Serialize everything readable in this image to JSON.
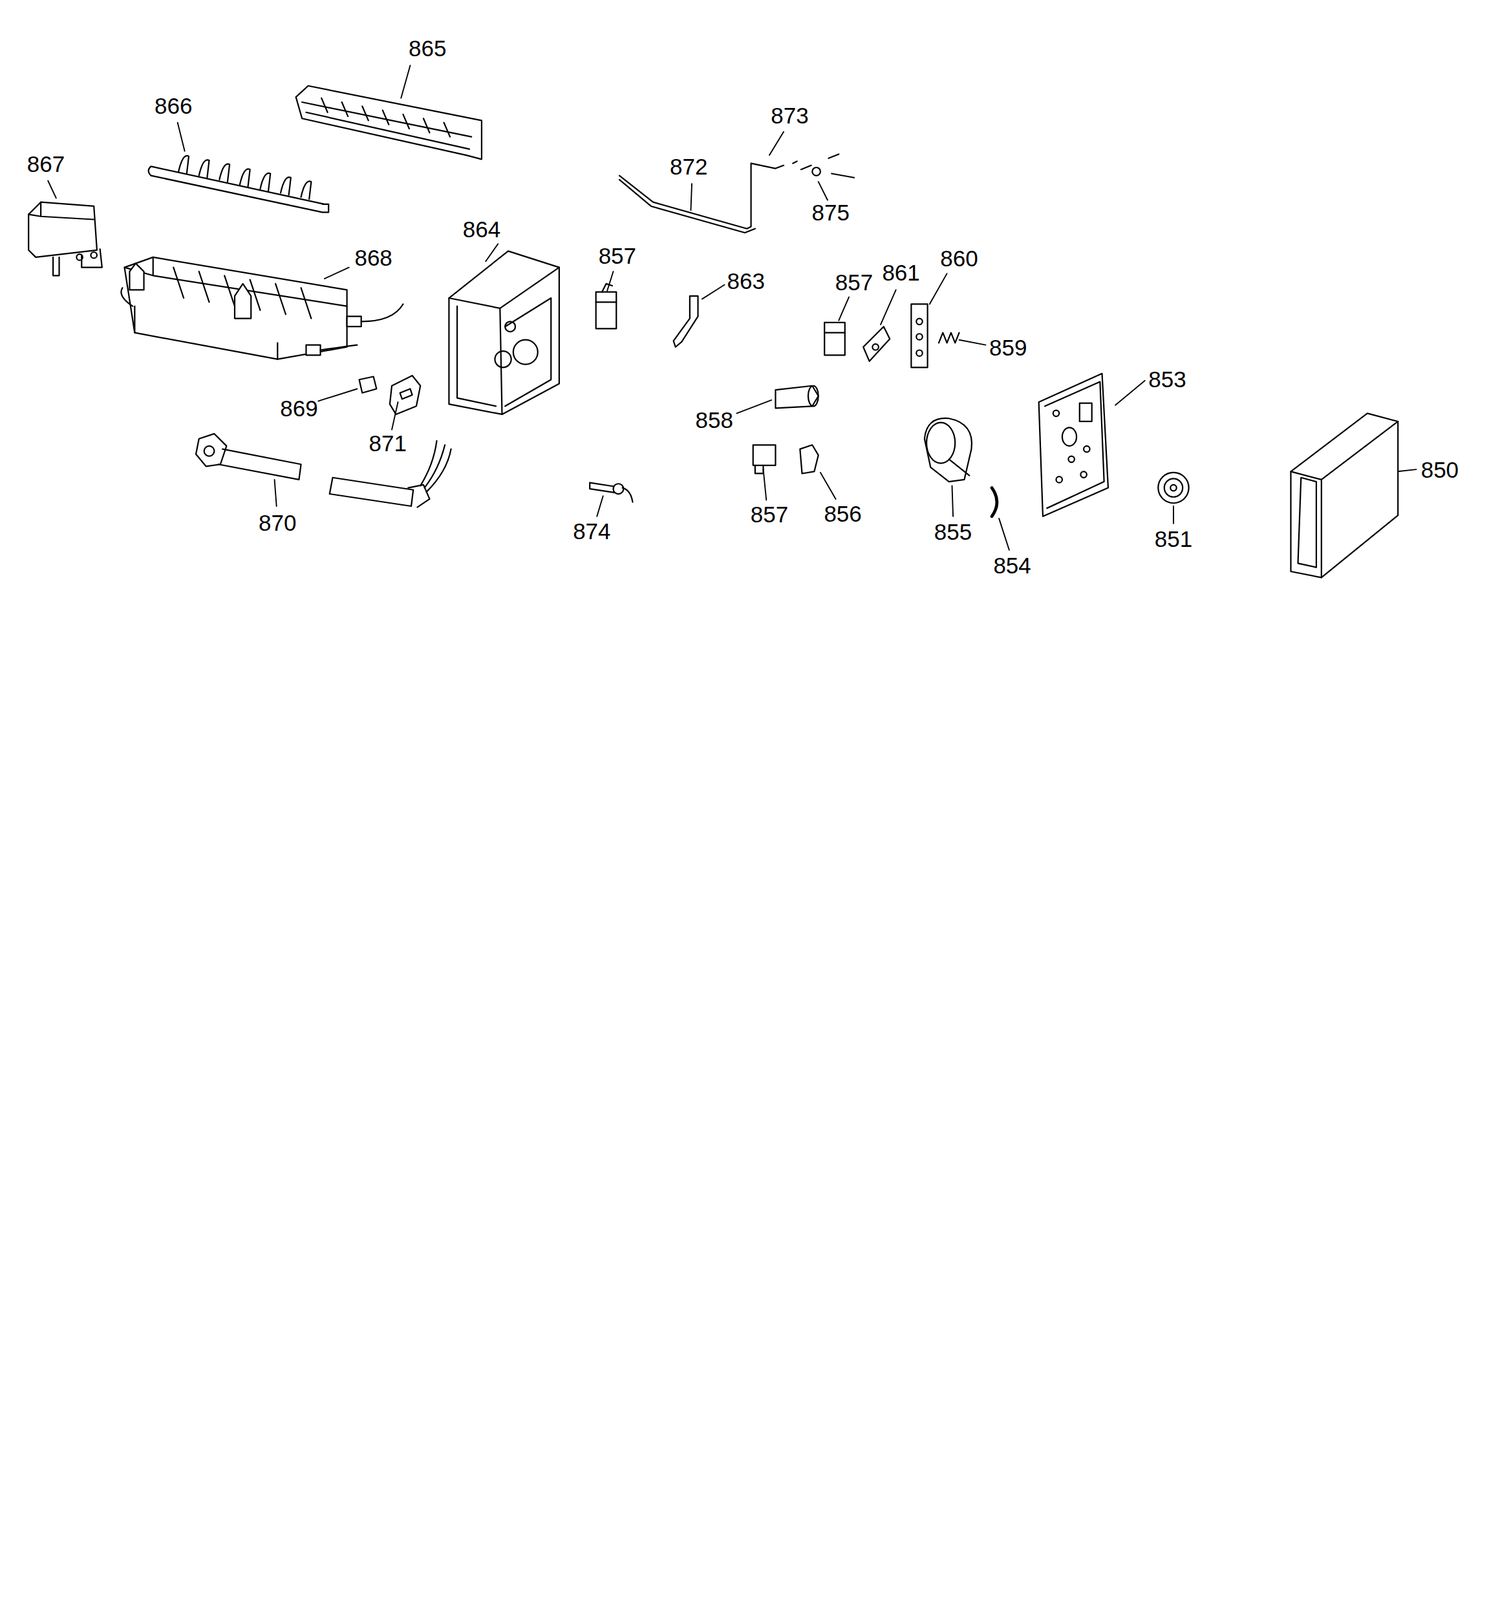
{
  "diagram": {
    "labels": [
      "865",
      "866",
      "867",
      "873",
      "872",
      "875",
      "868",
      "864",
      "857",
      "863",
      "857",
      "861",
      "860",
      "859",
      "853",
      "869",
      "871",
      "858",
      "850",
      "870",
      "874",
      "857",
      "856",
      "855",
      "851",
      "854"
    ]
  }
}
